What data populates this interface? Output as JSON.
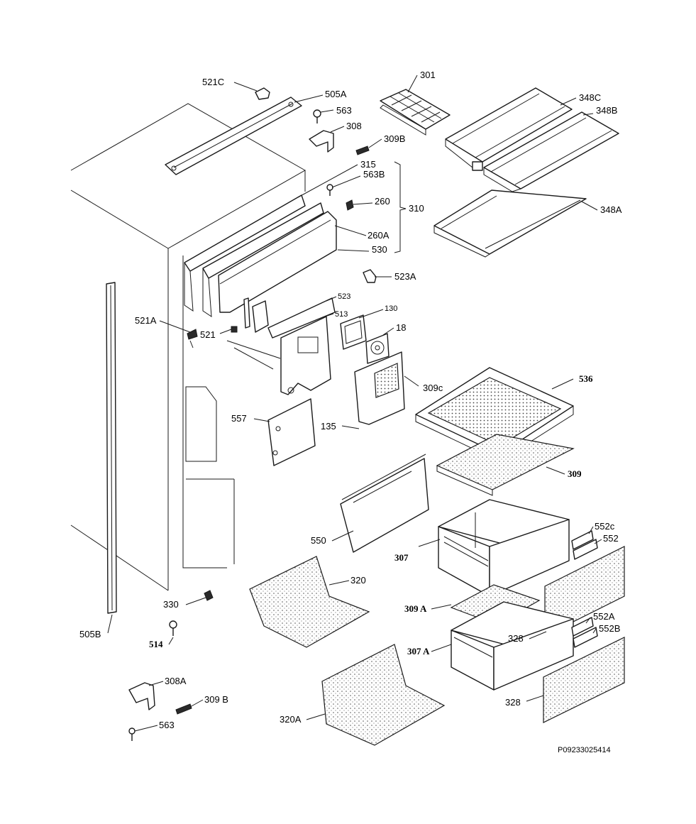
{
  "labels": {
    "l521c": "521C",
    "l505a": "505A",
    "l563a": "563",
    "l308": "308",
    "l309b": "309B",
    "l301": "301",
    "l348c": "348C",
    "l348b": "348B",
    "l348a": "348A",
    "l315": "315",
    "l563b": "563B",
    "l260": "260",
    "l310": "310",
    "l260a": "260A",
    "l530": "530",
    "l523a": "523A",
    "l523": "523",
    "l513": "513",
    "l130": "130",
    "l18": "18",
    "l521a": "521A",
    "l521": "521",
    "l309c": "309c",
    "l536": "536",
    "l557": "557",
    "l135": "135",
    "l309": "309",
    "l550": "550",
    "l552c": "552c",
    "l552": "552",
    "l307": "307",
    "l320": "320",
    "l330": "330",
    "l309a": "309 A",
    "l552a": "552A",
    "l552b": "552B",
    "l505b": "505B",
    "l514": "514",
    "l328a": "328",
    "l307a": "307 A",
    "l308a": "308A",
    "l309b2": "309 B",
    "l328b": "328",
    "l320a": "320A",
    "l563c": "563"
  },
  "diagram_code": "P09233025414"
}
